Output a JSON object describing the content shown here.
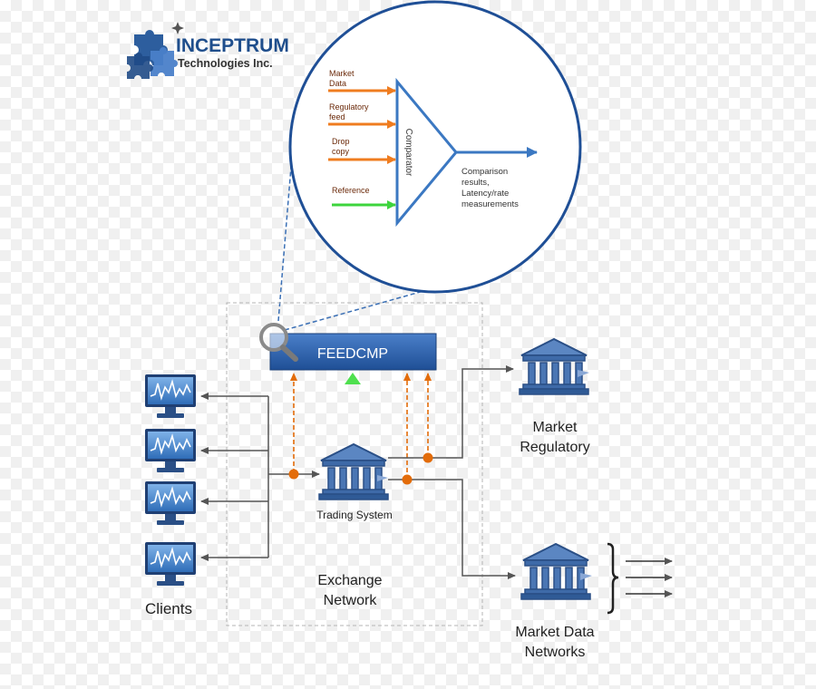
{
  "logo": {
    "name": "INCEPTRUM",
    "subtitle": "Technologies Inc."
  },
  "zoom": {
    "inputs": [
      {
        "line1": "Market",
        "line2": "Data"
      },
      {
        "line1": "Regulatory",
        "line2": "feed"
      },
      {
        "line1": "Drop",
        "line2": "copy"
      },
      {
        "line1": "Reference",
        "line2": ""
      }
    ],
    "comparator_label": "Comparator",
    "output": {
      "line1": "Comparison",
      "line2": "results,",
      "line3": "Latency/rate",
      "line4": "measurements"
    }
  },
  "feedcmp": {
    "label": "FEEDCMP"
  },
  "trading_system": {
    "label": "Trading System"
  },
  "exchange": {
    "line1": "Exchange",
    "line2": "Network"
  },
  "clients": {
    "label": "Clients"
  },
  "market_regulatory": {
    "line1": "Market",
    "line2": "Regulatory"
  },
  "market_data_networks": {
    "line1": "Market Data",
    "line2": "Networks"
  },
  "colors": {
    "feed_orange": "#ef7c1f",
    "reference_green": "#3dd43d",
    "comparator_blue": "#3b78c2",
    "feedcmp_blue": "#2b5ea6",
    "dashed_blue": "#3a6fb5",
    "connector_gray": "#555555",
    "tap_orange": "#e36c0a"
  }
}
